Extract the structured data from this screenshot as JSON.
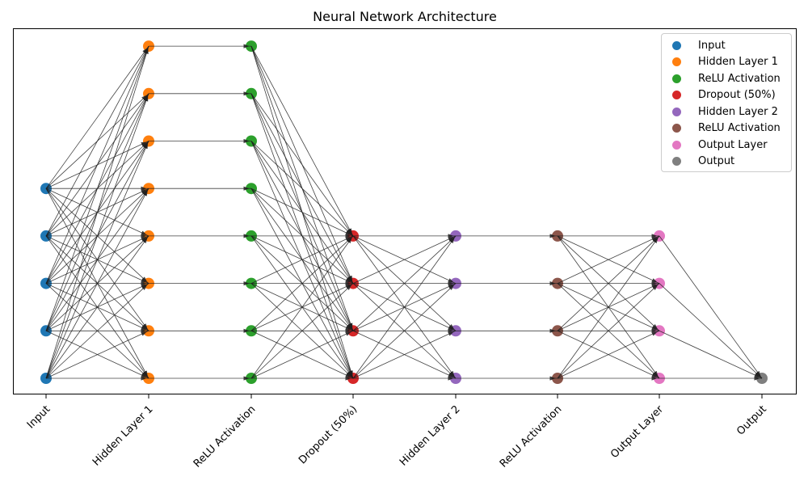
{
  "title": "Neural Network Architecture",
  "diagram": {
    "type": "neural-network-feedforward",
    "layers": [
      {
        "label": "Input",
        "color": "#1f77b4",
        "nodes": 5
      },
      {
        "label": "Hidden Layer 1",
        "color": "#ff7f0e",
        "nodes": 8
      },
      {
        "label": "ReLU Activation",
        "color": "#2ca02c",
        "nodes": 8
      },
      {
        "label": "Dropout (50%)",
        "color": "#d62728",
        "nodes": 4
      },
      {
        "label": "Hidden Layer 2",
        "color": "#9467bd",
        "nodes": 4
      },
      {
        "label": "ReLU Activation",
        "color": "#8c564b",
        "nodes": 4
      },
      {
        "label": "Output Layer",
        "color": "#e377c2",
        "nodes": 4
      },
      {
        "label": "Output",
        "color": "#7f7f7f",
        "nodes": 1
      }
    ],
    "connections": [
      {
        "from": 0,
        "to": 1,
        "type": "full"
      },
      {
        "from": 1,
        "to": 2,
        "type": "one-to-one"
      },
      {
        "from": 2,
        "to": 3,
        "type": "full"
      },
      {
        "from": 3,
        "to": 4,
        "type": "full"
      },
      {
        "from": 4,
        "to": 5,
        "type": "one-to-one"
      },
      {
        "from": 5,
        "to": 6,
        "type": "full"
      },
      {
        "from": 6,
        "to": 7,
        "type": "full"
      }
    ],
    "edge_color": "#1f1f1f",
    "frame_color": "#000000"
  },
  "legend": {
    "entries": [
      {
        "label": "Input",
        "color": "#1f77b4"
      },
      {
        "label": "Hidden Layer 1",
        "color": "#ff7f0e"
      },
      {
        "label": "ReLU Activation",
        "color": "#2ca02c"
      },
      {
        "label": "Dropout (50%)",
        "color": "#d62728"
      },
      {
        "label": "Hidden Layer 2",
        "color": "#9467bd"
      },
      {
        "label": "ReLU Activation",
        "color": "#8c564b"
      },
      {
        "label": "Output Layer",
        "color": "#e377c2"
      },
      {
        "label": "Output",
        "color": "#7f7f7f"
      }
    ]
  },
  "x_axis": {
    "tick_labels": [
      "Input",
      "Hidden Layer 1",
      "ReLU Activation",
      "Dropout (50%)",
      "Hidden Layer 2",
      "ReLU Activation",
      "Output Layer",
      "Output"
    ]
  }
}
